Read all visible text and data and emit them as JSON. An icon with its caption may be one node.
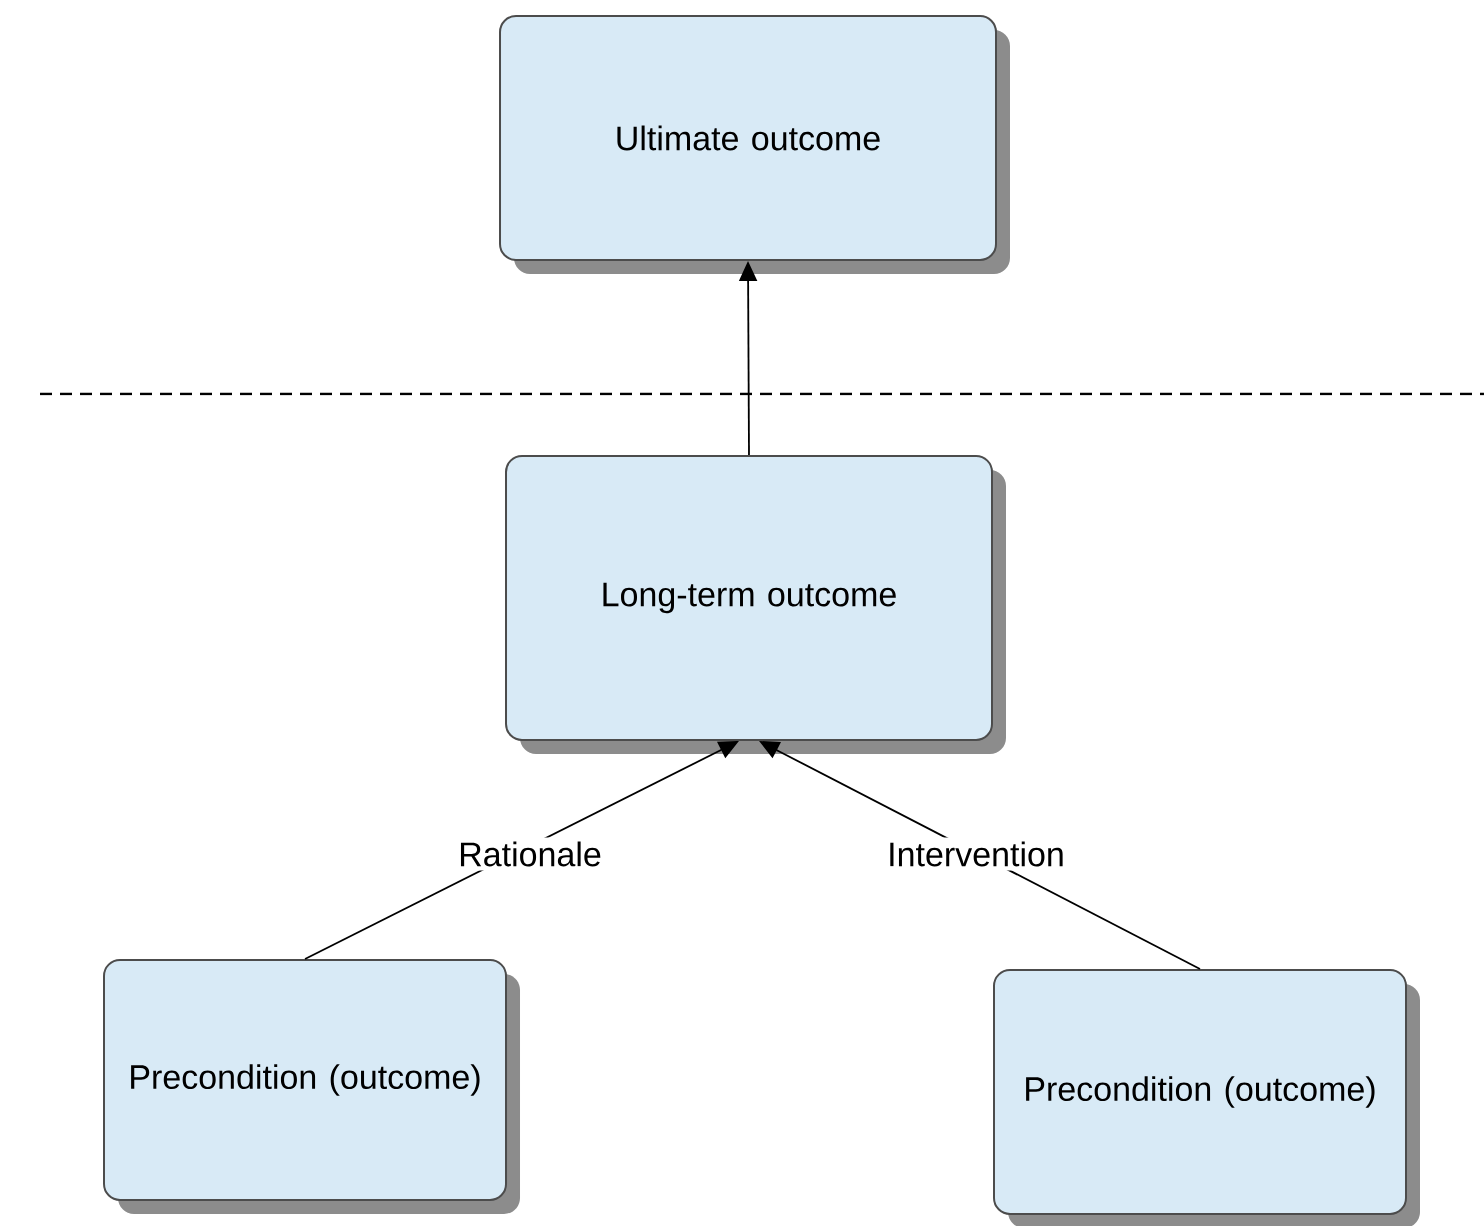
{
  "diagram": {
    "nodes": [
      {
        "text": [
          "Ultimate outcome"
        ]
      },
      {
        "text": [
          "Long-term outcome"
        ]
      },
      {
        "text": [
          "Precondition (outcome)"
        ]
      },
      {
        "text": [
          "Precondition (outcome)"
        ]
      }
    ],
    "edges": [
      {
        "from": 1,
        "to": 0,
        "arrow": "to"
      },
      {
        "from": 2,
        "to": 1,
        "arrow": "to",
        "label": "Rationale"
      },
      {
        "from": 3,
        "to": 1,
        "arrow": "to",
        "label": "Intervention"
      }
    ]
  }
}
